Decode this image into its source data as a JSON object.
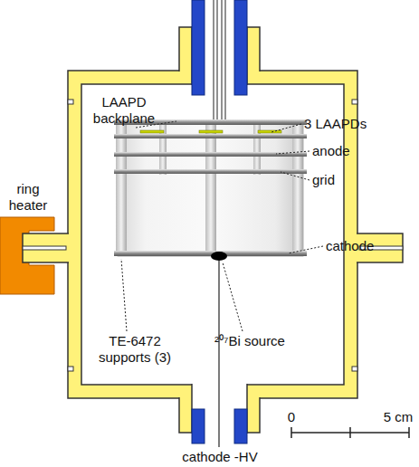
{
  "diagram": {
    "labels": [
      "ring heater",
      "LAAPD backplane",
      "3 LAAPDs",
      "anode",
      "grid",
      "cathode",
      "TE-6472 supports (3)",
      "²⁰⁷Bi source",
      "cathode -HV",
      "0",
      "5 cm"
    ]
  }
}
